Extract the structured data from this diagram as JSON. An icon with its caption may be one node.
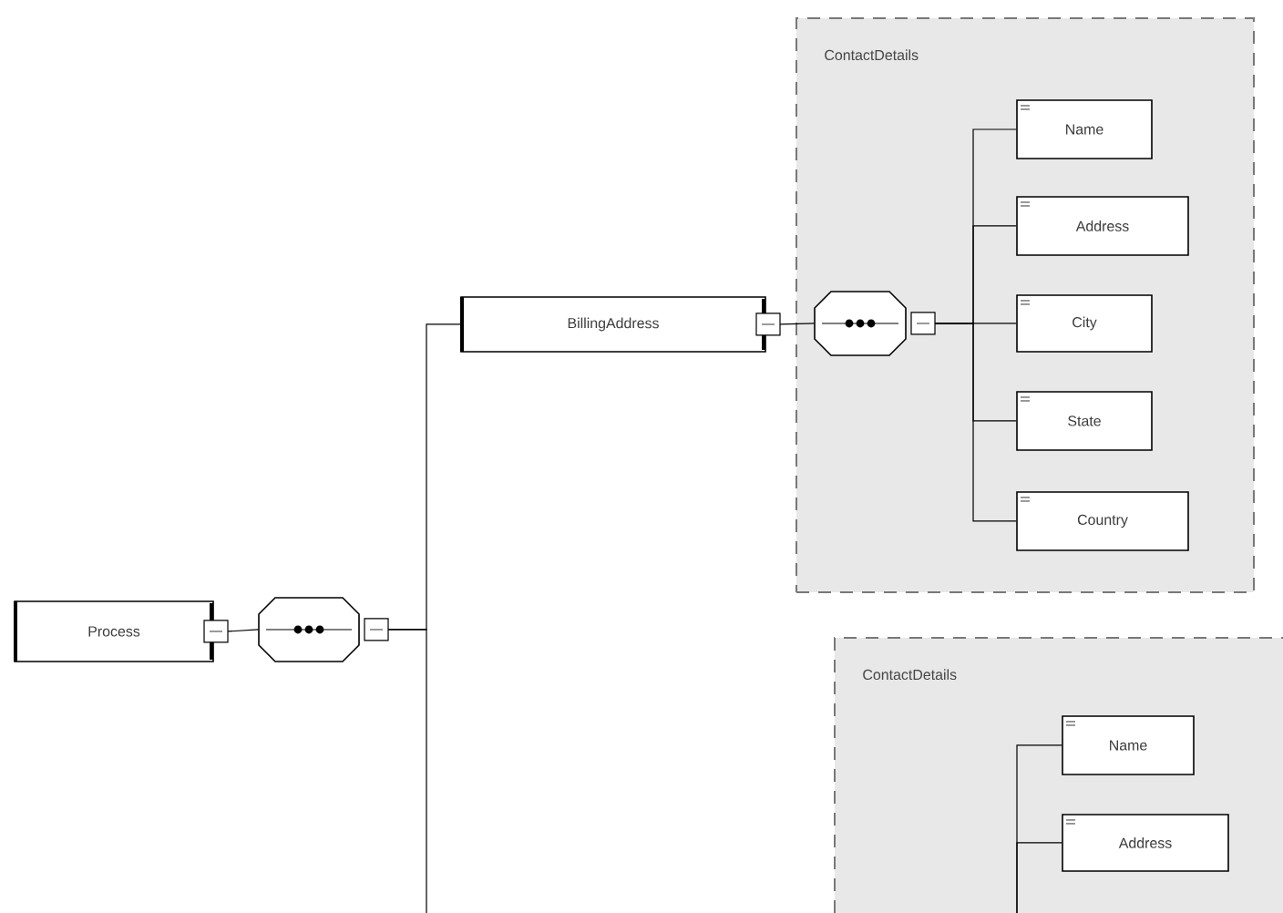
{
  "diagram": {
    "nodes": [
      {
        "text": [
          "Process"
        ]
      },
      {
        "text": [],
        "shape": "octagon"
      },
      {
        "text": [
          "BillingAddress"
        ]
      },
      {
        "text": [
          "ContactDetails"
        ]
      },
      {
        "text": [],
        "shape": "octagon",
        "in": 3
      },
      {
        "text": [
          "Name"
        ],
        "in": 3
      },
      {
        "text": [
          "Address"
        ],
        "in": 3
      },
      {
        "text": [
          "City"
        ],
        "in": 3
      },
      {
        "text": [
          "State"
        ],
        "in": 3
      },
      {
        "text": [
          "Country"
        ],
        "in": 3
      },
      {
        "text": [
          "ContactDetails"
        ]
      },
      {
        "text": [
          "Name"
        ],
        "in": 10
      },
      {
        "text": [
          "Address"
        ],
        "in": 10
      }
    ],
    "edges": [
      {
        "from": 0,
        "to": 1,
        "arrow": "none"
      },
      {
        "from": 1,
        "to": 2,
        "arrow": "none"
      },
      {
        "from": 1,
        "to": null,
        "arrow": "none"
      },
      {
        "from": 2,
        "to": 4,
        "arrow": "none"
      },
      {
        "from": 4,
        "to": 5,
        "arrow": "none"
      },
      {
        "from": 4,
        "to": 6,
        "arrow": "none"
      },
      {
        "from": 4,
        "to": 7,
        "arrow": "none"
      },
      {
        "from": 4,
        "to": 8,
        "arrow": "none"
      },
      {
        "from": 4,
        "to": 9,
        "arrow": "none"
      },
      {
        "from": null,
        "to": 11,
        "arrow": "none"
      },
      {
        "from": null,
        "to": 12,
        "arrow": "none"
      }
    ]
  }
}
